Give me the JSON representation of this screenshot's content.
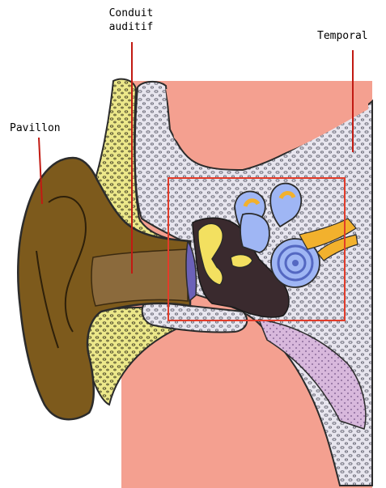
{
  "labels": {
    "conduit_line1": "Conduit",
    "conduit_line2": "auditif",
    "temporal": "Temporal",
    "pavillon": "Pavillon"
  },
  "colors": {
    "background": "#ffffff",
    "flesh": "#f4a090",
    "bone": "#e7e5ee",
    "bone_specks": "#6f6f7c",
    "cartilage": "#ece88a",
    "skin_brown": "#7d5a1c",
    "skin_dark": "#4a3415",
    "canal": "#8b6a3c",
    "inner_ear": "#9fb6f4",
    "inner_ear_dark": "#5468c2",
    "ossicles": "#f3e060",
    "nerve": "#f2b12d",
    "middle_ear_dark": "#3a2a2e",
    "pink_tissue": "#c79ac7",
    "eardrum": "#6b61b8",
    "highlight_box": "#e23c2a",
    "leader_lines": "#c21a12"
  },
  "icons": [
    "ear-anatomy-illustration",
    "highlight-rectangle"
  ]
}
